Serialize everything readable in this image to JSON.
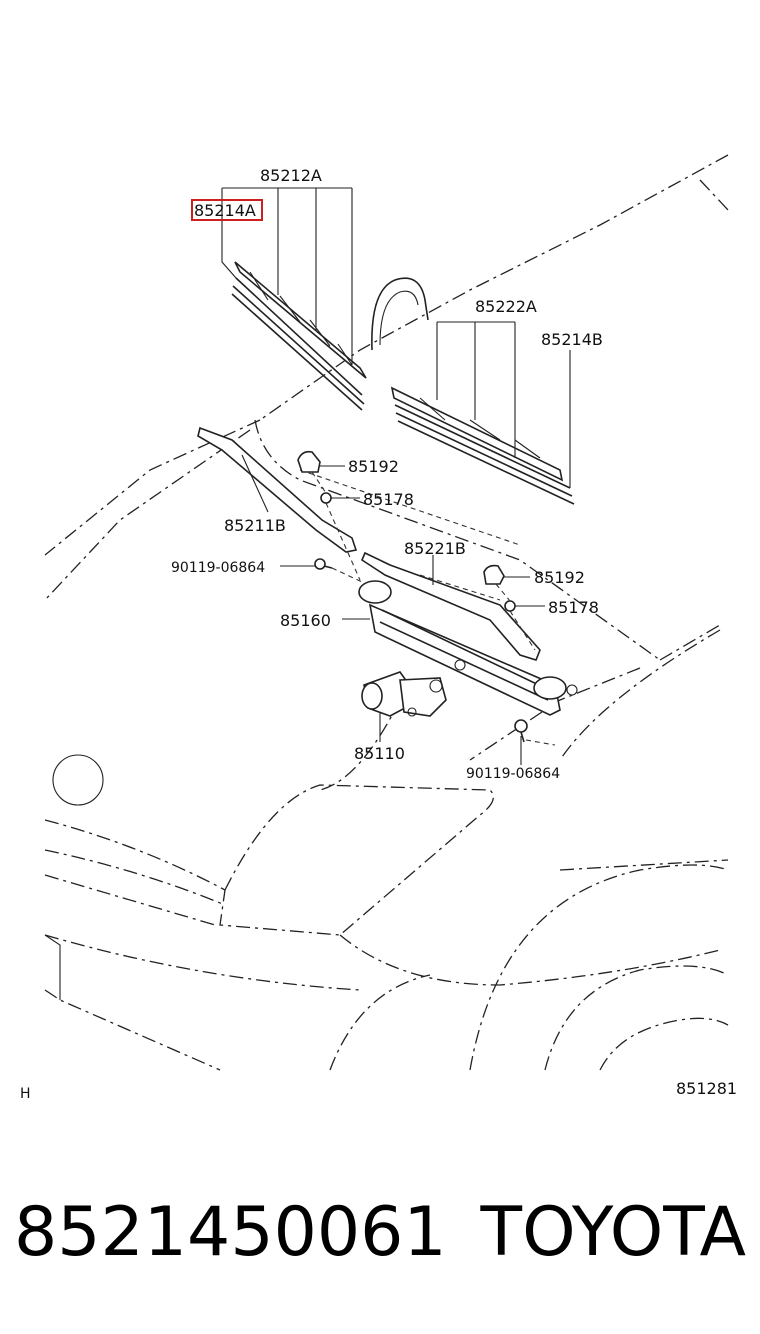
{
  "diagram": {
    "labels": {
      "p85212A": "85212A",
      "p85214A": "85214A",
      "p85222A": "85222A",
      "p85214B": "85214B",
      "p85192_top": "85192",
      "p85178_top": "85178",
      "p85211B": "85211B",
      "p85221B": "85221B",
      "p90119_top": "90119-06864",
      "p85192_mid": "85192",
      "p85178_mid": "85178",
      "p85160": "85160",
      "p85110": "85110",
      "p90119_bot": "90119-06864"
    },
    "corner_left": "H",
    "corner_right": "851281",
    "highlight_color": "#cc1f1f"
  },
  "footer": {
    "part_number": "8521450061",
    "brand": "TOYOTA"
  }
}
